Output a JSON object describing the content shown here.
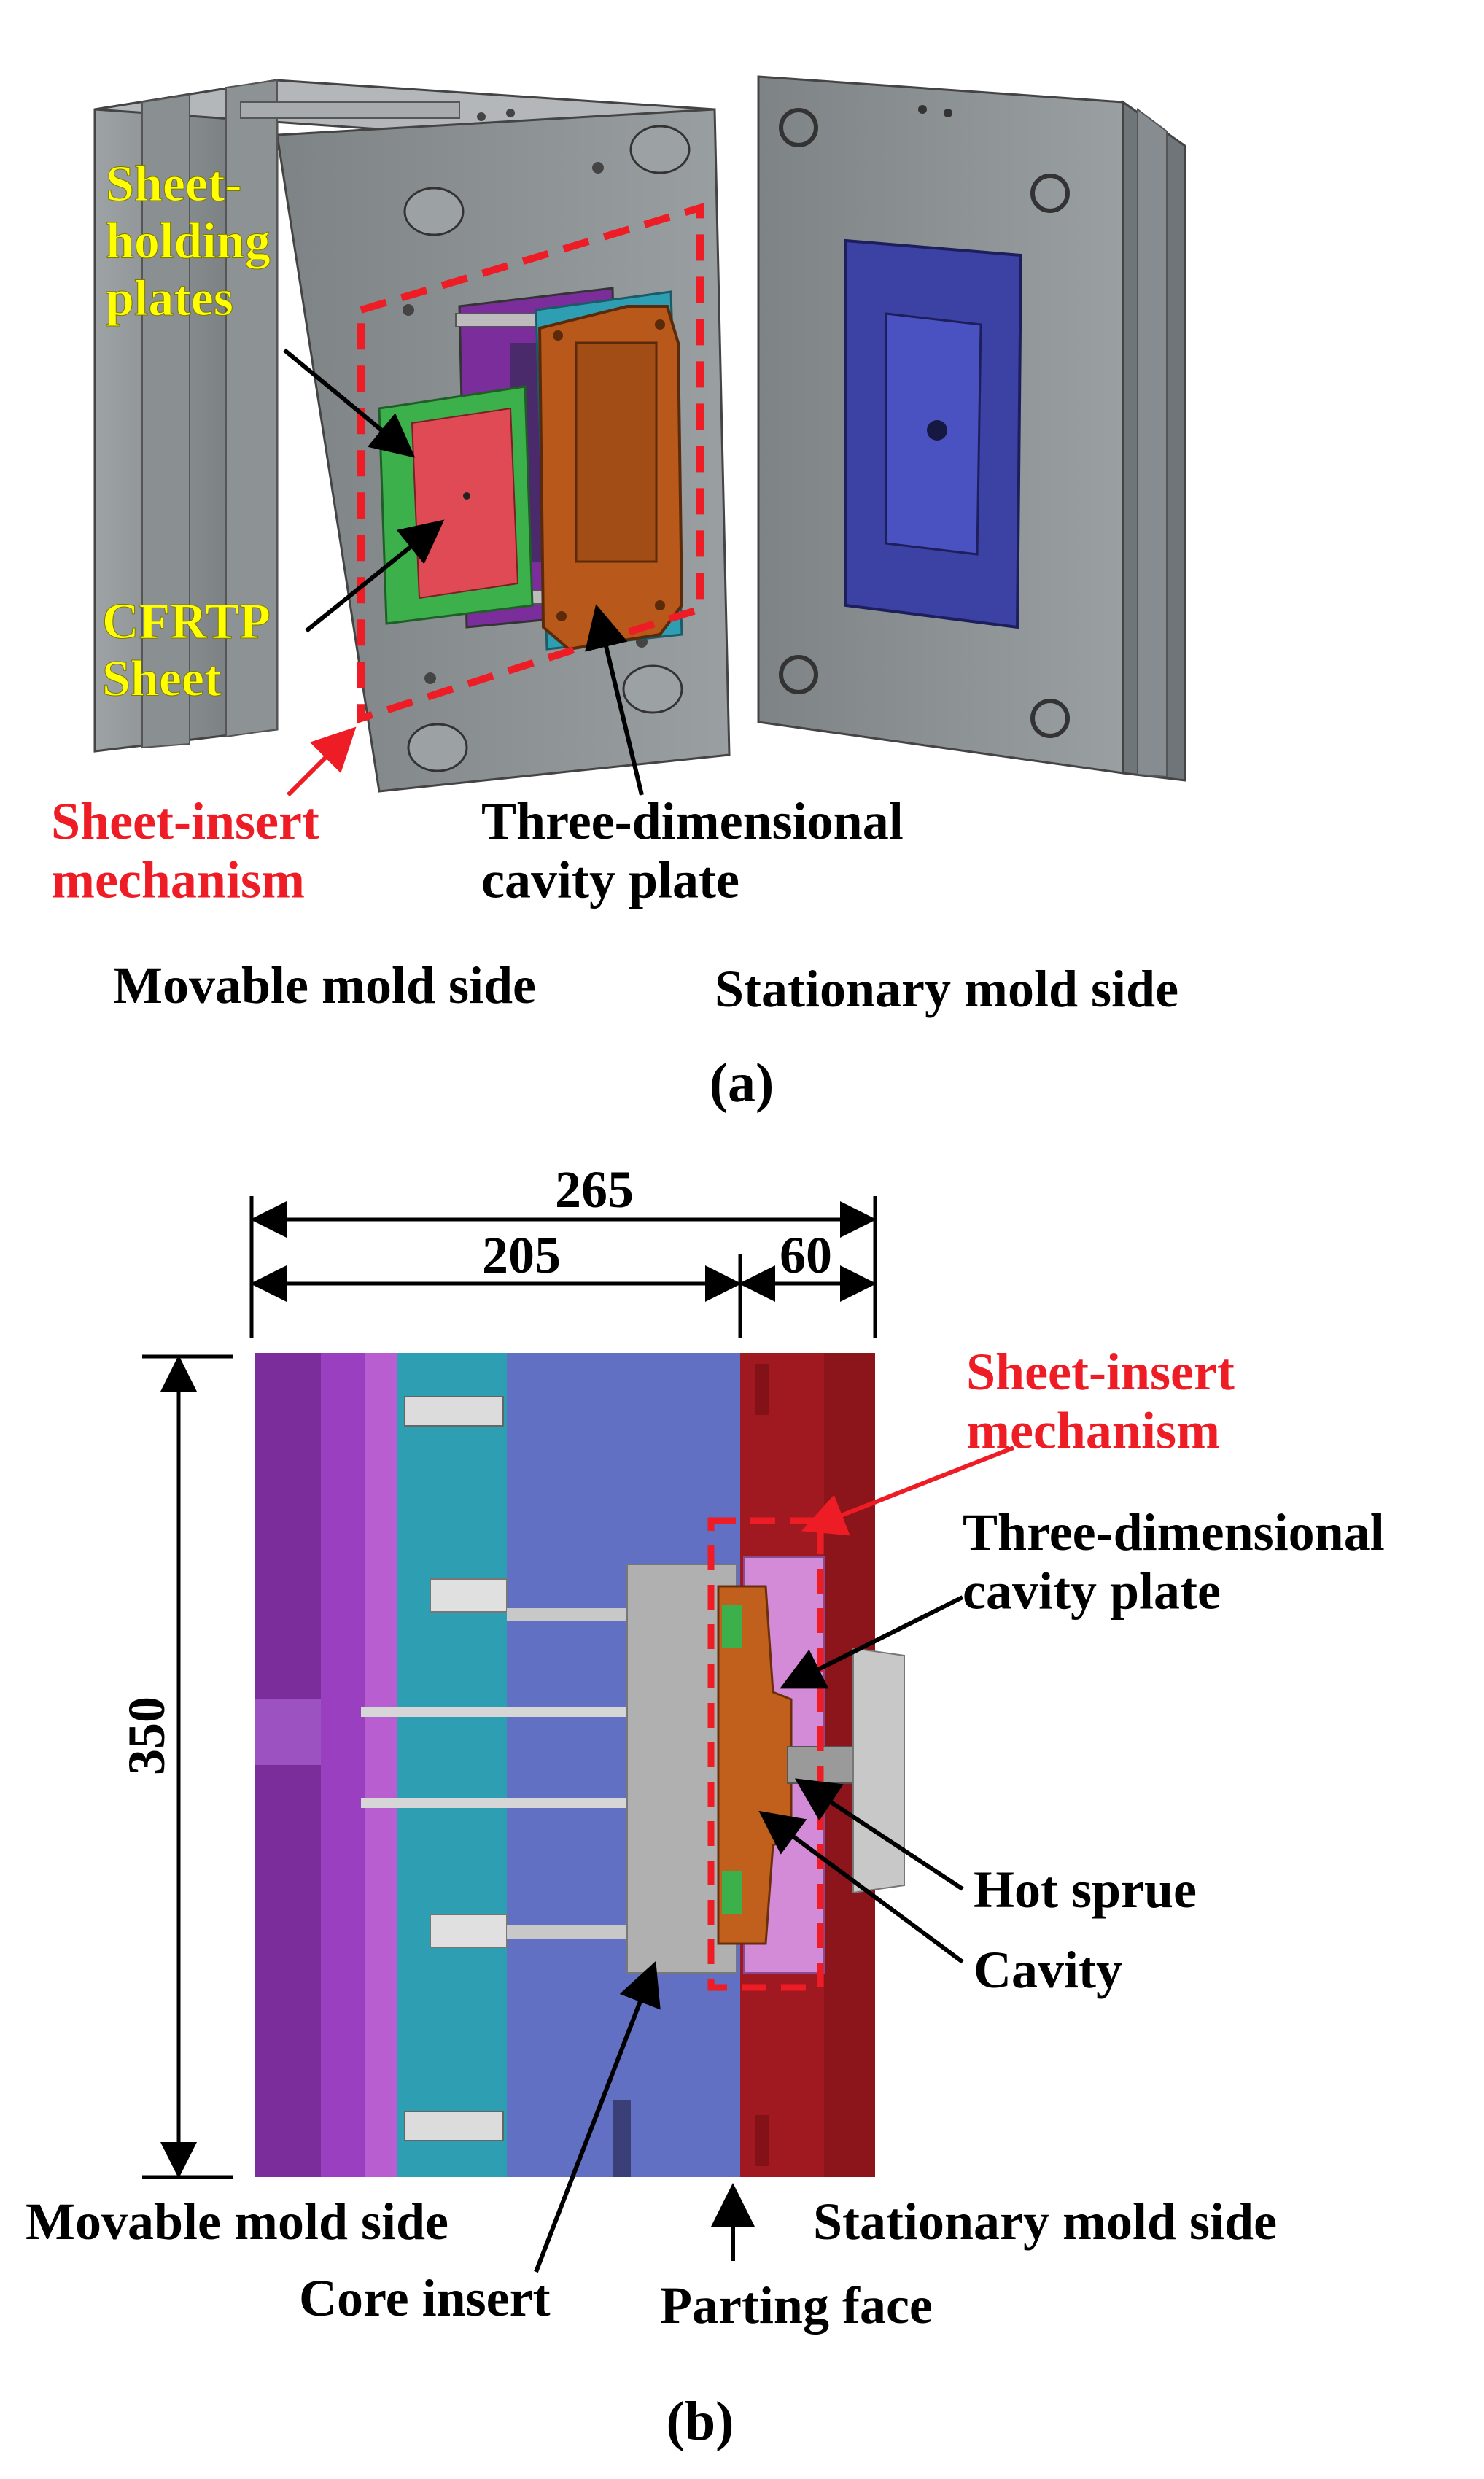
{
  "colors": {
    "red_label": "#ee1c24",
    "yellow_label": "#ffff00",
    "black": "#000000",
    "mold_gray": "#858a8d",
    "purple_plate": "#7b2d9b",
    "cyan_plate": "#2e9fb3",
    "blue_plate": "#6170c2",
    "red_plate": "#a01820",
    "orange_cavity": "#b8581a",
    "green_holder": "#3cb04a",
    "pink_sheet": "#e04a55"
  },
  "panel_a": {
    "caption": "(a)",
    "label_sheet_holding": "Sheet-\nholding\nplates",
    "label_cfrtp": "CFRTP\nSheet",
    "label_sheet_insert": "Sheet-insert\nmechanism",
    "label_cavity_plate": "Three-dimensional\ncavity plate",
    "label_movable": "Movable mold side",
    "label_stationary": "Stationary mold side"
  },
  "panel_b": {
    "caption": "(b)",
    "dim_total": "265",
    "dim_movable": "205",
    "dim_stationary": "60",
    "dim_height": "350",
    "label_sheet_insert": "Sheet-insert\nmechanism",
    "label_cavity_plate": "Three-dimensional\ncavity plate",
    "label_hot_sprue": "Hot sprue",
    "label_cavity": "Cavity",
    "label_movable": "Movable mold side",
    "label_core_insert": "Core insert",
    "label_parting_face": "Parting face",
    "label_stationary": "Stationary mold side"
  }
}
